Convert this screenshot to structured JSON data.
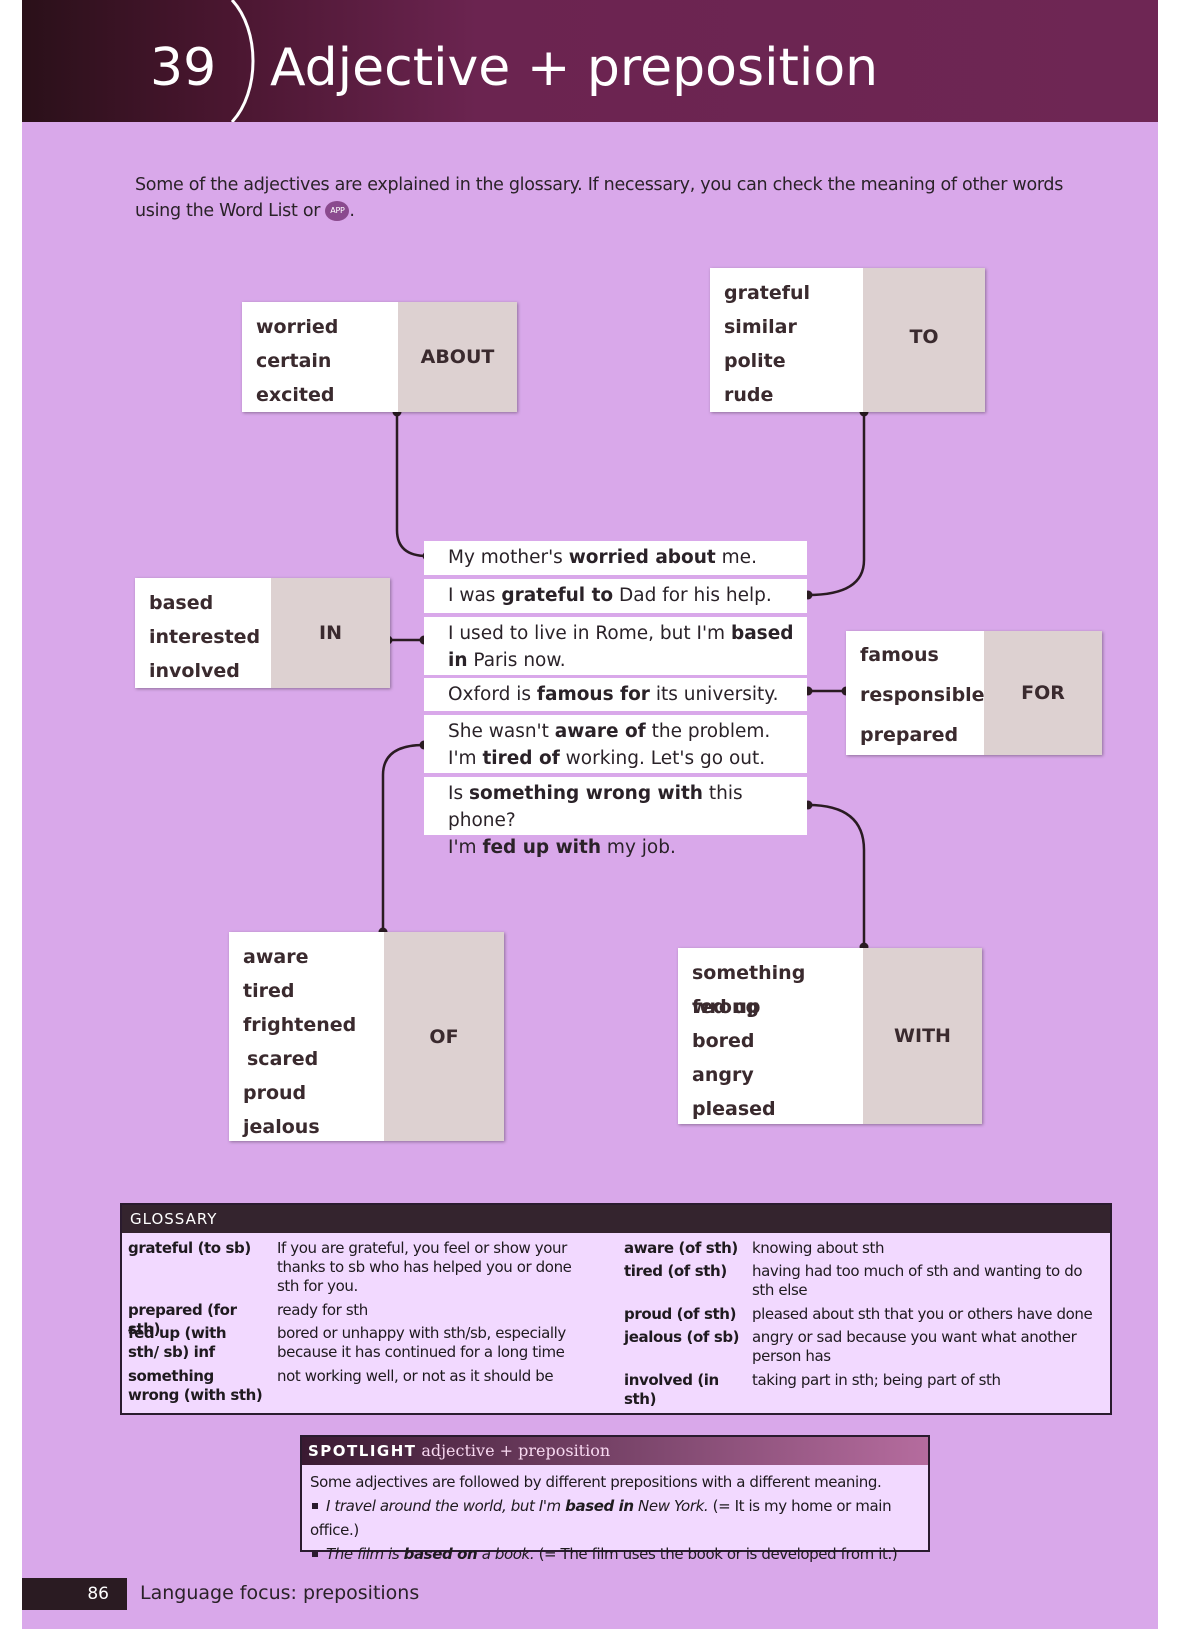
{
  "header": {
    "unit_number": "39",
    "title": "Adjective + preposition"
  },
  "intro": {
    "text_before": "Some of the adjectives are explained in the glossary. If necessary, you can check the meaning of other words using the Word List or",
    "app_badge": "APP",
    "text_after": "."
  },
  "boxes": {
    "about": {
      "words": [
        "worried",
        "certain",
        "excited"
      ],
      "preposition": "ABOUT"
    },
    "to": {
      "words": [
        "grateful",
        "similar",
        "polite",
        "rude"
      ],
      "preposition": "TO"
    },
    "in": {
      "words": [
        "based",
        "interested",
        "involved"
      ],
      "preposition": "IN"
    },
    "for": {
      "words": [
        "famous",
        "responsible",
        "prepared"
      ],
      "preposition": "FOR"
    },
    "of": {
      "words": [
        "aware",
        "tired",
        "frightened",
        "scared",
        "proud",
        "jealous"
      ],
      "preposition": "OF"
    },
    "with": {
      "words": [
        "something wrong",
        "fed up",
        "bored",
        "angry",
        "pleased"
      ],
      "preposition": "WITH"
    }
  },
  "sentences": [
    {
      "pre": "My mother's ",
      "bold": "worried about",
      "post": " me."
    },
    {
      "pre": "I was ",
      "bold": "grateful to",
      "post": " Dad for his help."
    },
    {
      "pre": "I used to live in Rome, but I'm ",
      "bold": "based in",
      "post": " Paris now."
    },
    {
      "pre": "Oxford is ",
      "bold": "famous for",
      "post": " its university."
    },
    {
      "pre": "She wasn't ",
      "bold": "aware of",
      "post": " the problem."
    },
    {
      "pre": "I'm ",
      "bold": "tired of",
      "post": " working. Let's go out."
    },
    {
      "pre": "Is ",
      "bold": "something wrong with",
      "post": " this phone?"
    },
    {
      "pre": "I'm ",
      "bold": "fed up with",
      "post": " my job."
    }
  ],
  "glossary": {
    "heading": "GLOSSARY",
    "left": [
      {
        "term": "grateful (to sb)",
        "def": "If you are grateful, you feel or show your thanks to sb who has helped you or done sth for you."
      },
      {
        "term": "prepared (for sth)",
        "def": "ready for sth"
      },
      {
        "term": "fed up (with sth/ sb) inf",
        "def": "bored or unhappy with sth/sb, especially because it has continued for a long time"
      },
      {
        "term": "something wrong (with sth)",
        "def": "not working well, or not as it should be"
      }
    ],
    "right": [
      {
        "term": "aware (of sth)",
        "def": "knowing about sth"
      },
      {
        "term": "tired (of sth)",
        "def": "having had too much of sth and wanting to do sth else"
      },
      {
        "term": "proud (of sth)",
        "def": "pleased about sth that you or others have done"
      },
      {
        "term": "jealous (of sb)",
        "def": "angry or sad because you want what another person has"
      },
      {
        "term": "involved (in sth)",
        "def": "taking part in sth; being part of sth"
      }
    ]
  },
  "spotlight": {
    "label": "SPOTLIGHT",
    "topic": "adjective + preposition",
    "intro": "Some adjectives are followed by different prepositions with a different meaning.",
    "examples": [
      {
        "italic": "I travel around the world, but I'm ",
        "bold": "based in",
        "italic2": " New York.",
        "note": " (= It is my home or main office.)"
      },
      {
        "italic": "The film is ",
        "bold": "based on",
        "italic2": " a book.",
        "note": " (= The film uses the book or is developed from it.)"
      }
    ]
  },
  "footer": {
    "page_number": "86",
    "section": "Language focus: prepositions"
  },
  "colors": {
    "header": "#6e2654",
    "page_background": "#d9a8ea",
    "preposition_cell": "#ddd1d1",
    "connector": "#2a1b22"
  }
}
